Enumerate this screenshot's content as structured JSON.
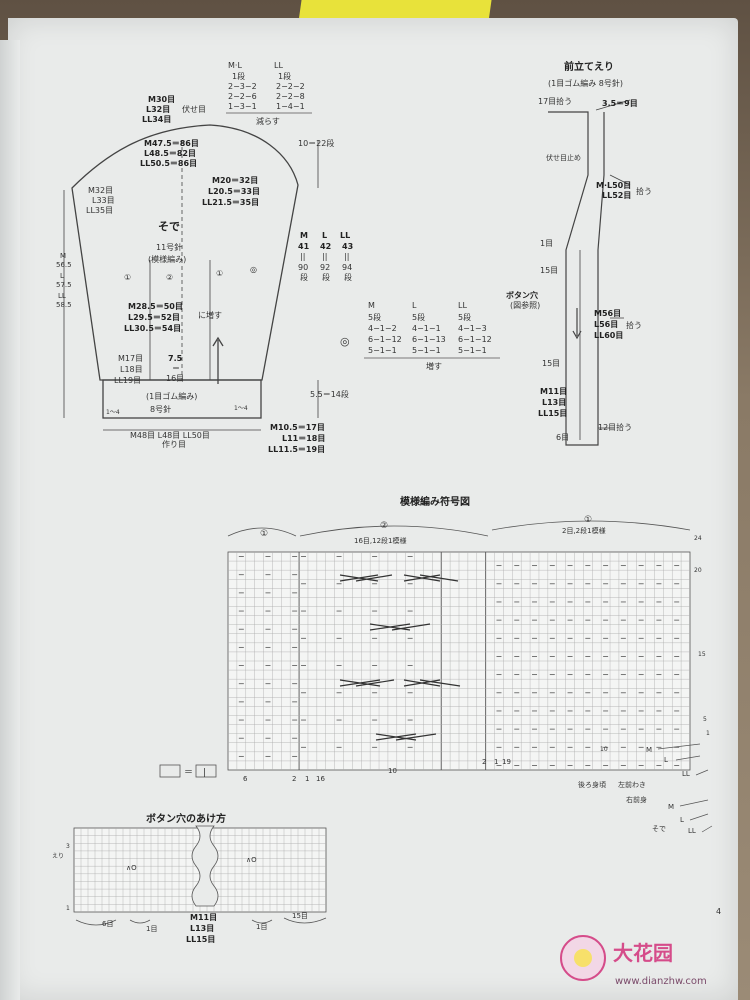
{
  "sleeve": {
    "shaping_head": [
      "M·L",
      "LL"
    ],
    "shaping_rows": [
      [
        "1段",
        "1段"
      ],
      [
        "2−3−2",
        "2−2−2"
      ],
      [
        "2−2−6",
        "2−2−8"
      ],
      [
        "1−3−1",
        "1−4−1"
      ]
    ],
    "decrease_label": "減らす",
    "top_bind": [
      "M30目",
      "L32目",
      "LL34目"
    ],
    "bind_off_label": "伏せ目",
    "cap_width": [
      "M47.5＝86目",
      "L48.5＝82目",
      "LL50.5＝86目"
    ],
    "cap_height": "10＝22段",
    "side_left": [
      "M32目",
      "L33目",
      "LL35目"
    ],
    "side_right": [
      "M20＝32目",
      "L20.5＝33目",
      "LL21.5＝35目"
    ],
    "title": "そで",
    "needle": "11号針",
    "pattern": "(模様編み)",
    "section_left": "①",
    "section_center": "②",
    "section_right": "①",
    "marker_symbol": "◎",
    "length_labels": [
      "M",
      "56.5",
      "L",
      "57.5",
      "LL",
      "58.5"
    ],
    "row_cols": [
      {
        "size": "M",
        "cm": "41",
        "eq": "||",
        "rows": "90",
        "unit": "段"
      },
      {
        "size": "L",
        "cm": "42",
        "eq": "||",
        "rows": "92",
        "unit": "段"
      },
      {
        "size": "LL",
        "cm": "43",
        "eq": "||",
        "rows": "94",
        "unit": "段"
      }
    ],
    "mid_width": [
      "M28.5＝50目",
      "L29.5＝52目",
      "LL30.5＝54目"
    ],
    "increase_side": "に増す",
    "lower_left": [
      "M17目",
      "L18目",
      "LL19目"
    ],
    "lower_center": [
      "7.5",
      "＝",
      "16目"
    ],
    "cuff": "(1目ゴム編み)",
    "cuff_needle": "8号針",
    "cuff_side_left": "1〜4",
    "cuff_side_right": "1〜4",
    "cast_on": "M48目 L48目 LL50目",
    "cast_on_label": "作り目",
    "cuff_height": "5.5＝14段",
    "cuff_width": [
      "M10.5＝17目",
      "L11＝18目",
      "LL11.5＝19目"
    ]
  },
  "increase_table": {
    "headers": [
      "M",
      "L",
      "LL"
    ],
    "rows": [
      [
        "5段",
        "5段",
        "5段"
      ],
      [
        "4−1−2",
        "4−1−1",
        "4−1−3"
      ],
      [
        "6−1−12",
        "6−1−13",
        "6−1−12"
      ],
      [
        "5−1−1",
        "5−1−1",
        "5−1−1"
      ]
    ],
    "label": "増す",
    "symbol": "◎"
  },
  "front_band": {
    "title": "前立てえり",
    "subtitle": "(1目ゴム編み 8号針)",
    "top_pick": "17目拾う",
    "top_width": "3.5＝9目",
    "bind_off_side": "伏せ目止め",
    "neck_pick": [
      "M·L50目",
      "LL52目"
    ],
    "pick_label": "拾う",
    "row_marks": [
      "1目",
      "15目",
      "15目",
      "6目"
    ],
    "buttonhole": [
      "ボタン穴",
      "(図参照)"
    ],
    "body_pick": [
      "M56目",
      "L56目",
      "LL60目"
    ],
    "lower_pick": [
      "M11目",
      "L13目",
      "LL15目"
    ],
    "bottom_pick": "12目拾う"
  },
  "chart": {
    "title": "模様編み符号図",
    "section_1": "①",
    "section_2": "②",
    "section_3": "①",
    "sec2_repeat": "16目,12段1模様",
    "sec3_repeat": "2目,2段1模様",
    "row_labels": [
      "24",
      "20",
      "15",
      "10",
      "5",
      "1"
    ],
    "col_labels": [
      "6",
      "2",
      "1",
      "16",
      "10",
      "2",
      "1",
      "19"
    ],
    "legend_equal": "＝",
    "legend_symbol": "|",
    "back_marks": [
      "M",
      "L",
      "LL"
    ],
    "back_note": "後ろ身頃",
    "right_note": "左前わき",
    "front_marks": [
      "M",
      "L",
      "LL"
    ],
    "front_note": "右前身",
    "sleeve_note": "そで"
  },
  "buttonhole_chart": {
    "title": "ボタン穴のあけ方",
    "side_label": "えり",
    "counts": [
      "6目",
      "1目",
      "1目",
      "15目"
    ],
    "mid_counts": [
      "M11目",
      "L13目",
      "LL15目"
    ],
    "side_marks": [
      "3",
      "1"
    ]
  },
  "page_number": "4",
  "watermark": {
    "text": "大花园",
    "site": "www.dianzhw.com"
  }
}
